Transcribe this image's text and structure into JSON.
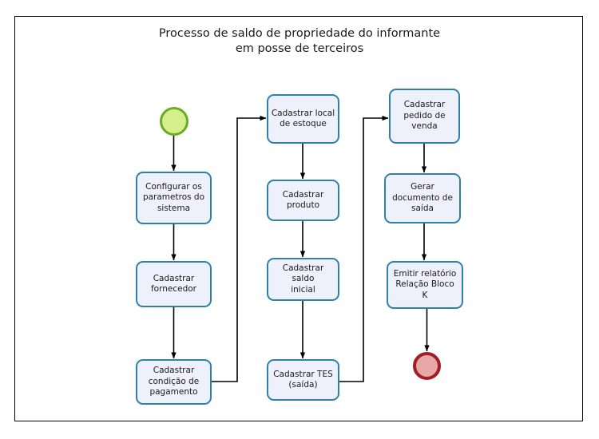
{
  "diagram": {
    "title": "Processo de saldo de propriedade do informante\nem posse de terceiros",
    "frame_color": "#000000",
    "node_fill": "#eef0fb",
    "node_border": "#2d81ab",
    "connector_color": "#000000",
    "start": {
      "name": "start-node",
      "shape": "circle",
      "label": "",
      "fill": "#d5ef8a",
      "border": "#6aab28"
    },
    "end": {
      "name": "end-node",
      "shape": "circle",
      "label": "",
      "fill": "#e8a8a8",
      "border": "#a31d24"
    },
    "columns": [
      {
        "name": "column-left",
        "nodes": [
          {
            "id": "configurar-parametros",
            "label": "Configurar os\nparametros do\nsistema"
          },
          {
            "id": "cadastrar-fornecedor",
            "label": "Cadastrar\nfornecedor"
          },
          {
            "id": "cadastrar-condicao-pagamento",
            "label": "Cadastrar\ncondição de\npagamento"
          }
        ]
      },
      {
        "name": "column-middle",
        "nodes": [
          {
            "id": "cadastrar-local-estoque",
            "label": "Cadastrar local\nde estoque"
          },
          {
            "id": "cadastrar-produto",
            "label": "Cadastrar\nproduto"
          },
          {
            "id": "cadastrar-saldo-inicial",
            "label": "Cadastrar saldo\ninicial"
          },
          {
            "id": "cadastrar-tes-saida",
            "label": "Cadastrar TES\n(saída)"
          }
        ]
      },
      {
        "name": "column-right",
        "nodes": [
          {
            "id": "cadastrar-pedido-venda",
            "label": "Cadastrar\npedido de\nvenda"
          },
          {
            "id": "gerar-documento-saida",
            "label": "Gerar\ndocumento de\nsaída"
          },
          {
            "id": "emitir-relatorio-bloco-k",
            "label": "Emitir relatório\nRelação Bloco\nK"
          }
        ]
      }
    ]
  }
}
